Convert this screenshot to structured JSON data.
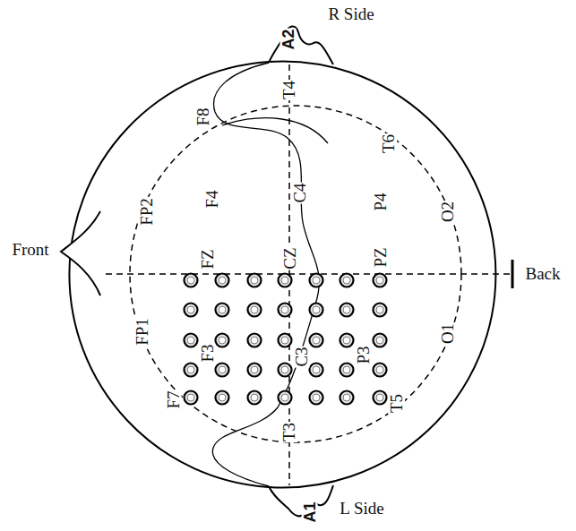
{
  "diagram": {
    "labels": [
      "R Side",
      "A2",
      "Front",
      "Back",
      "L Side",
      "A1",
      "F8",
      "T4",
      "T6",
      "FP2",
      "F4",
      "C4",
      "P4",
      "O2",
      "FZ",
      "CZ",
      "PZ",
      "FP1",
      "F3",
      "C3",
      "P3",
      "O1",
      "F7",
      "T3",
      "T5"
    ]
  }
}
